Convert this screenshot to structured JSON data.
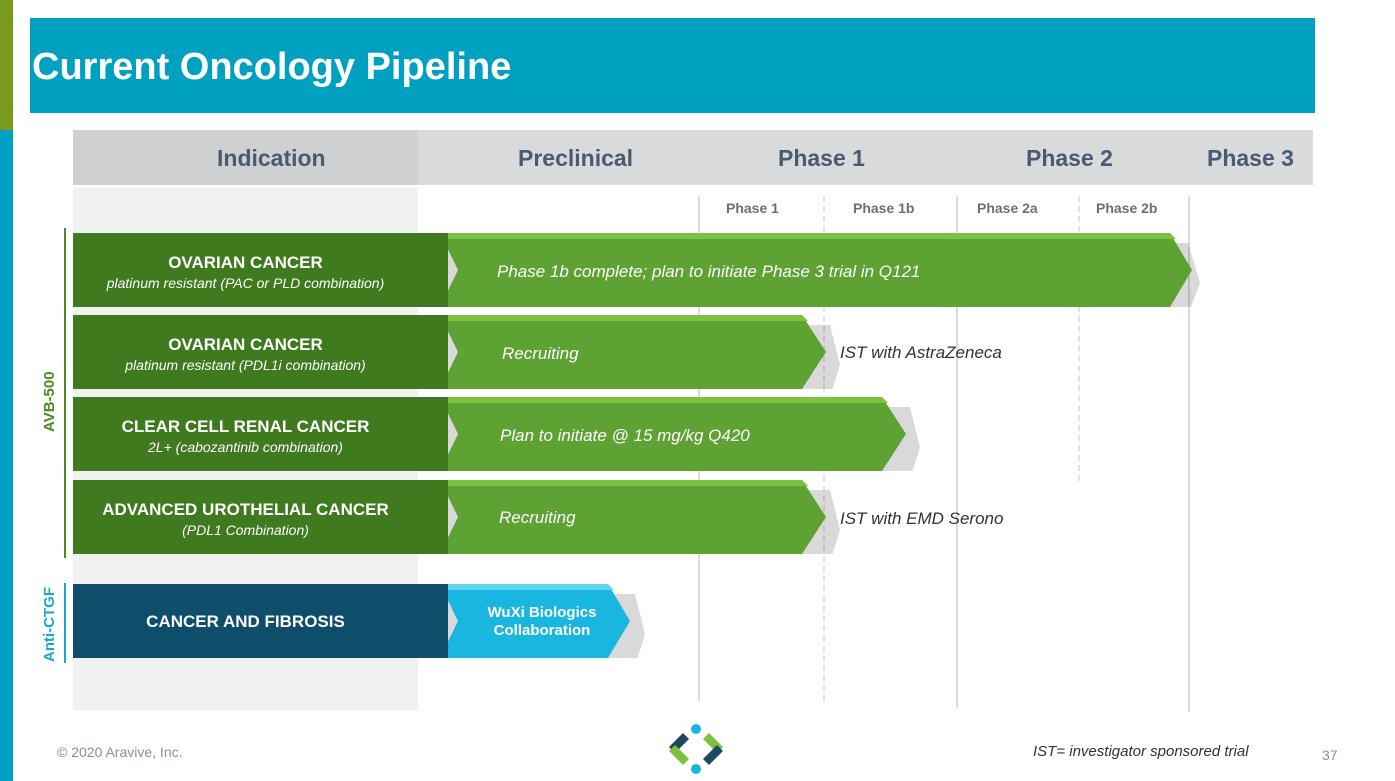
{
  "title": "Current Oncology Pipeline",
  "header": {
    "indication": "Indication",
    "preclinical": "Preclinical",
    "phase1": "Phase 1",
    "phase2": "Phase 2",
    "phase3": "Phase 3"
  },
  "subheaders": [
    "Phase 1",
    "Phase 1b",
    "Phase 2a",
    "Phase 2b"
  ],
  "groups": {
    "avb500": "AVB-500",
    "anti_ctgf": "Anti-CTGF"
  },
  "rows": [
    {
      "title": "OVARIAN CANCER",
      "subtitle": "platinum resistant (PAC or PLD combination)",
      "status": "Phase 1b complete; plan to initiate Phase 3 trial in Q121",
      "note": ""
    },
    {
      "title": "OVARIAN CANCER",
      "subtitle": "platinum resistant (PDL1i combination)",
      "status": "Recruiting",
      "note": "IST with AstraZeneca"
    },
    {
      "title": "CLEAR CELL RENAL CANCER",
      "subtitle": "2L+ (cabozantinib combination)",
      "status": "Plan to initiate @ 15 mg/kg Q420",
      "note": ""
    },
    {
      "title": "ADVANCED UROTHELIAL CANCER",
      "subtitle": "(PDL1 Combination)",
      "status": "Recruiting",
      "note": "IST with EMD Serono"
    },
    {
      "title": "CANCER AND FIBROSIS",
      "subtitle": "",
      "status_line1": "WuXi Biologics",
      "status_line2": "Collaboration",
      "note": ""
    }
  ],
  "footer": {
    "copyright": "© 2020 Aravive, Inc.",
    "ist_note": "IST= investigator sponsored trial",
    "page": "37"
  },
  "colors": {
    "title_bar": "#00a0c0",
    "dark_green": "#3f7a1f",
    "bright_green": "#5fa234",
    "dark_teal": "#0e4e6b",
    "cyan": "#19b6e0"
  }
}
